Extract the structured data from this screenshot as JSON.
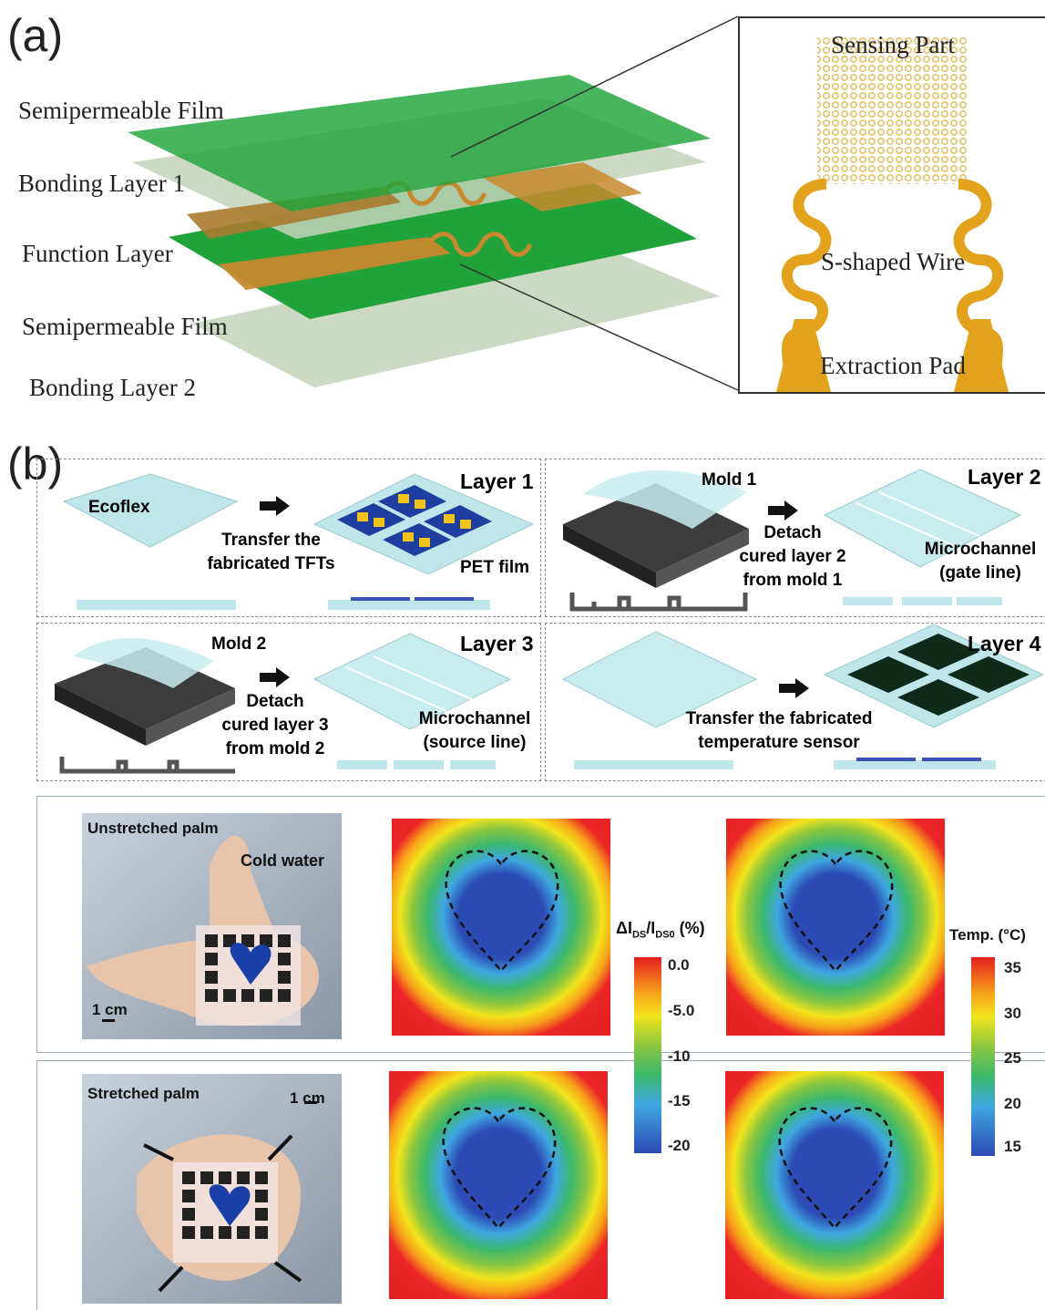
{
  "panel_a": {
    "letter": "(a)",
    "layer_labels": [
      "Semipermeable  Film",
      "Bonding Layer 1",
      "Function Layer",
      "Semipermeable  Film",
      "Bonding Layer 2"
    ],
    "inset_labels": {
      "sensing": "Sensing Part",
      "wire": "S-shaped Wire",
      "pad": "Extraction Pad"
    }
  },
  "panel_b": {
    "letter": "(b)",
    "steps": {
      "s1": {
        "title": "Layer 1",
        "material": "Ecoflex",
        "action_l1": "Transfer the",
        "action_l2": "fabricated TFTs",
        "film": "PET film"
      },
      "s2": {
        "title": "Layer 2",
        "mold": "Mold 1",
        "action_l1": "Detach",
        "action_l2": "cured layer 2",
        "action_l3": "from mold 1",
        "channel_l1": "Microchannel",
        "channel_l2": "(gate line)"
      },
      "s3": {
        "title": "Layer 3",
        "mold": "Mold 2",
        "action_l1": "Detach",
        "action_l2": "cured layer 3",
        "action_l3": "from mold 2",
        "channel_l1": "Microchannel",
        "channel_l2": "(source line)"
      },
      "s4": {
        "title": "Layer 4",
        "action_l1": "Transfer the fabricated",
        "action_l2": "temperature sensor"
      }
    }
  },
  "panel_c": {
    "photo1": {
      "title": "Unstretched palm",
      "note": "Cold water",
      "scale": "1 cm"
    },
    "photo2": {
      "title": "Stretched palm",
      "scale": "1 cm"
    },
    "cbar1": {
      "title_main": "ΔI",
      "sub1": "DS",
      "slash": "/I",
      "sub2": "DS0",
      "unit": " (%)",
      "ticks": [
        "0.0",
        "-5.0",
        "-10",
        "-15",
        "-20"
      ]
    },
    "cbar2": {
      "title": "Temp. (°C)",
      "ticks": [
        "35",
        "30",
        "25",
        "20",
        "15"
      ]
    }
  },
  "colors": {
    "film_green": "#1fa33a",
    "copper": "#c8892e",
    "gold": "#e2a21c",
    "cyan_sheet": "#bfe6ea",
    "tft_blue": "#1f3fa0",
    "tft_yellow": "#f2c318"
  }
}
